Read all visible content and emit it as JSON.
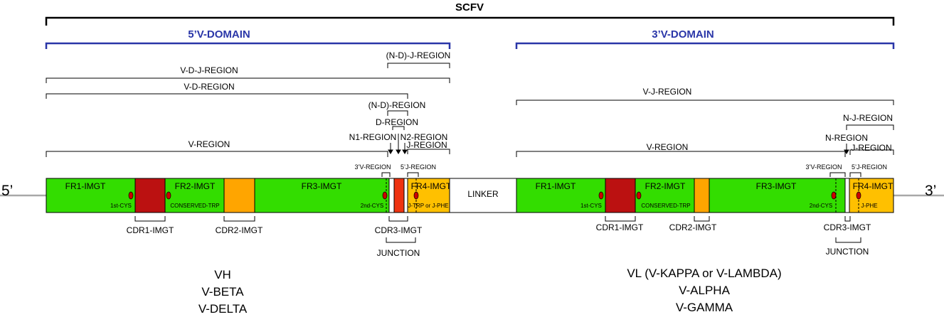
{
  "title": "SCFV",
  "ends": {
    "five_prime": "5’",
    "three_prime": "3’"
  },
  "domains": {
    "left": "5’V-DOMAIN",
    "right": "3’V-DOMAIN"
  },
  "left": {
    "regions": {
      "nd_j": "(N-D)-J-REGION",
      "vdj": "V-D-J-REGION",
      "vd": "V-D-REGION",
      "nd": "(N-D)-REGION",
      "d": "D-REGION",
      "n1": "N1-REGION",
      "n2": "N2-REGION",
      "j": "J-REGION",
      "v": "V-REGION",
      "v3": "3’V-REGION",
      "j5": "5’J-REGION"
    },
    "segments": {
      "fr1": "FR1-IMGT",
      "fr2": "FR2-IMGT",
      "fr3": "FR3-IMGT",
      "fr4": "FR4-IMGT"
    },
    "markers": {
      "cys1": "1st-CYS",
      "trp": "CONSERVED-TRP",
      "cys2": "2nd-CYS",
      "jtrp": "J-TRP or J-PHE"
    },
    "below": {
      "cdr1": "CDR1-IMGT",
      "cdr2": "CDR2-IMGT",
      "cdr3": "CDR3-IMGT",
      "junction": "JUNCTION"
    },
    "chains": [
      "VH",
      "V-BETA",
      "V-DELTA"
    ]
  },
  "linker": "LINKER",
  "right": {
    "regions": {
      "vj": "V-J-REGION",
      "nj": "N-J-REGION",
      "n": "N-REGION",
      "j": "J-REGION",
      "v": "V-REGION",
      "v3": "3’V-REGION",
      "j5": "5’J-REGION"
    },
    "segments": {
      "fr1": "FR1-IMGT",
      "fr2": "FR2-IMGT",
      "fr3": "FR3-IMGT",
      "fr4": "FR4-IMGT"
    },
    "markers": {
      "cys1": "1st-CYS",
      "trp": "CONSERVED-TRP",
      "cys2": "2nd-CYS",
      "jphe": "J-PHE"
    },
    "below": {
      "cdr1": "CDR1-IMGT",
      "cdr2": "CDR2-IMGT",
      "cdr3": "CDR3-IMGT",
      "junction": "JUNCTION"
    },
    "chains": [
      "VL (V-KAPPA or V-LAMBDA)",
      "V-ALPHA",
      "V-GAMMA"
    ]
  },
  "colors": {
    "fr": "#33dd00",
    "cdr1": "#bb1111",
    "cdr2": "#ffa500",
    "cdr3_red": "#ee3311",
    "fr4": "#ffc000",
    "domain": "#2a36a8",
    "backbone": "#a8a8a8",
    "marker": "#cc0000"
  }
}
